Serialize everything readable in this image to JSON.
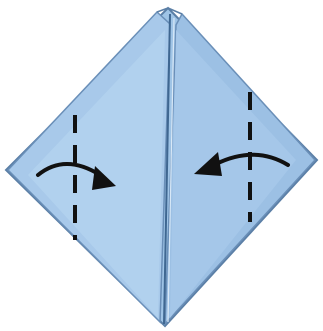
{
  "diagram": {
    "paper_colors": {
      "base": "#9fc4e6",
      "light": "#b6d4ef",
      "mid": "#8fb7de",
      "edge": "#5b7fa6",
      "outline": "#4a6b90"
    },
    "fold_marks": [
      {
        "name": "valley-fold-line-left",
        "style": "dashed"
      },
      {
        "name": "valley-fold-line-right",
        "style": "dashed"
      }
    ],
    "arrows": [
      {
        "name": "fold-arrow-left",
        "direction": "right",
        "color": "#111111"
      },
      {
        "name": "fold-arrow-right",
        "direction": "left",
        "color": "#111111"
      }
    ],
    "shape": "folded-paper-kite"
  }
}
